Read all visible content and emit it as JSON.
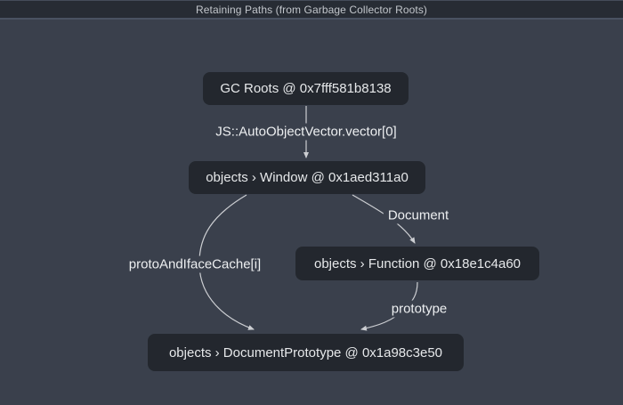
{
  "window": {
    "title": "Retaining Paths (from Garbage Collector Roots)"
  },
  "graph": {
    "nodes": [
      {
        "id": "gc-roots",
        "label": "GC Roots @ 0x7fff581b8138"
      },
      {
        "id": "window",
        "label": "objects › Window @ 0x1aed311a0"
      },
      {
        "id": "function",
        "label": "objects › Function @ 0x18e1c4a60"
      },
      {
        "id": "document-prototype",
        "label": "objects › DocumentPrototype @ 0x1a98c3e50"
      }
    ],
    "edges": [
      {
        "from": "gc-roots",
        "to": "window",
        "label": "JS::AutoObjectVector.vector[0]"
      },
      {
        "from": "window",
        "to": "function",
        "label": "Document"
      },
      {
        "from": "window",
        "to": "document-prototype",
        "label": "protoAndIfaceCache[i]"
      },
      {
        "from": "function",
        "to": "document-prototype",
        "label": "prototype"
      }
    ]
  },
  "colors": {
    "page_background": "#3a404c",
    "titlebar_background": "#272c34",
    "titlebar_text": "#c2c6cb",
    "node_background": "#23272e",
    "node_text": "#e6e8ea",
    "edge_line": "#ccced2",
    "edge_label_text": "#edeff1"
  }
}
